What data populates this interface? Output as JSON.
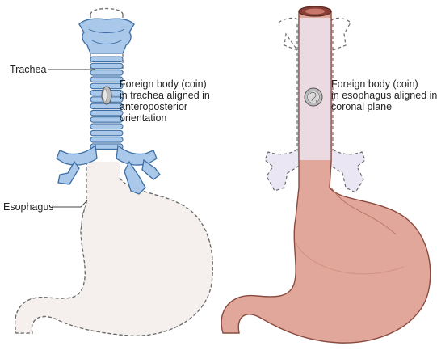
{
  "labels": {
    "trachea": "Trachea",
    "esophagus": "Esophagus",
    "left_caption": [
      "Foreign body (coin)",
      "in trachea aligned in",
      "anteroposterior",
      "orientation"
    ],
    "right_caption": [
      "Foreign body (coin)",
      "in esophagus aligned in",
      "coronal plane"
    ]
  },
  "colors": {
    "trachea_blue": "#a9c8ea",
    "trachea_outline": "#3d6ea3",
    "stomach_ghost": "#f5f0ed",
    "esophagus_pink": "#e0a79a",
    "esophagus_outline": "#8a4a3f",
    "trachea_ghost": "#ebe6f3",
    "coin": "#bdbdbd"
  }
}
